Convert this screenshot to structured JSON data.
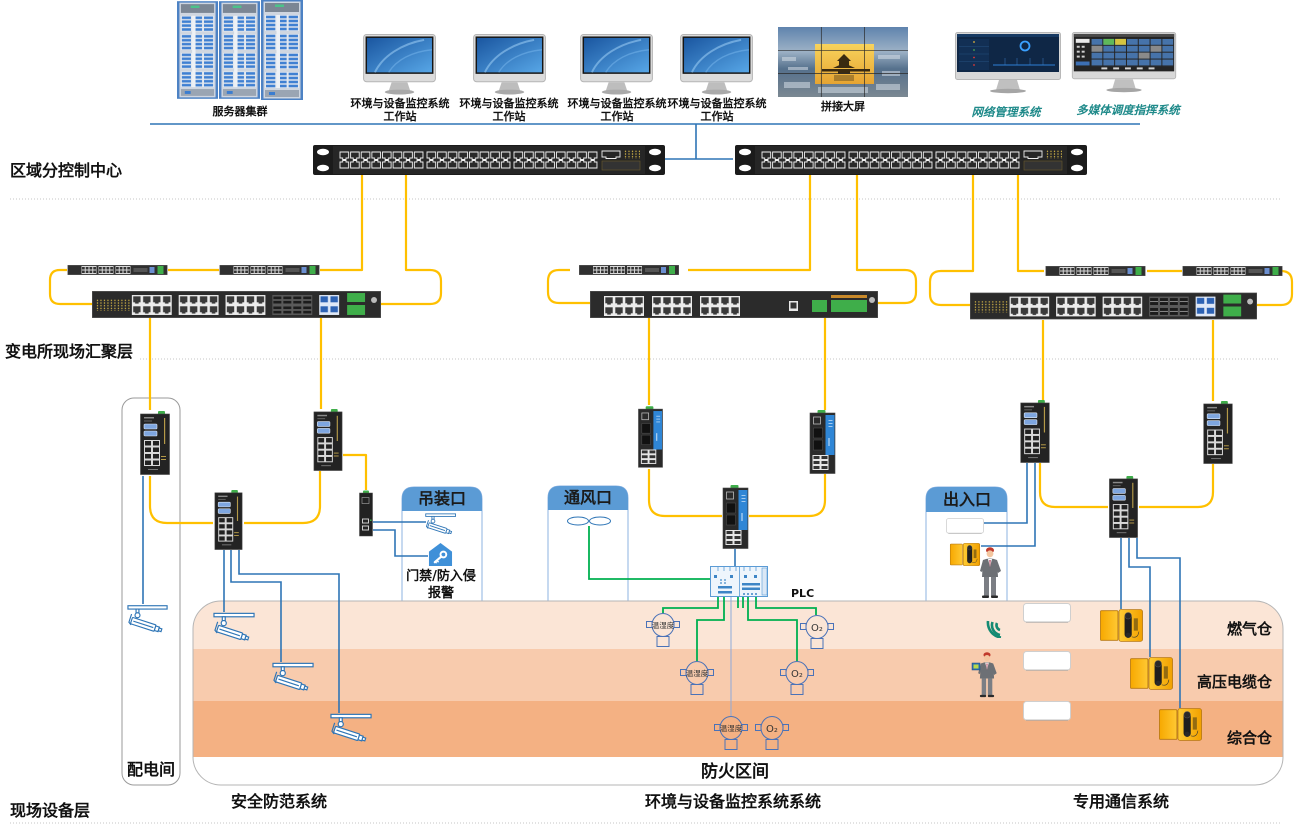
{
  "layers": {
    "control_center": "区域分控制中心",
    "aggregation": "变电所现场汇聚层",
    "field_devices": "现场设备层"
  },
  "control_center": {
    "server_cluster": "服务器集群",
    "workstations": [
      {
        "name": "环境与设备监控系统",
        "role": "工作站"
      },
      {
        "name": "环境与设备监控系统",
        "role": "工作站"
      },
      {
        "name": "环境与设备监控系统",
        "role": "工作站"
      },
      {
        "name": "环境与设备监控系统",
        "role": "工作站"
      }
    ],
    "video_wall": "拼接大屏",
    "network_management": "网络管理系统",
    "multimedia_dispatch": "多媒体调度指挥系统"
  },
  "zones": {
    "hoist_port": {
      "title": "吊装口",
      "access_alarm": [
        "门禁/防入侵",
        "报警"
      ]
    },
    "ventilation_port": {
      "title": "通风口"
    },
    "entrance": {
      "title": "出入口"
    },
    "distribution_room": "配电间",
    "fire_compartment": "防火区间",
    "plc": "PLC"
  },
  "cabins": [
    {
      "name": "燃气仓",
      "color": "#fbe5d6"
    },
    {
      "name": "高压电缆仓",
      "color": "#f8cbad"
    },
    {
      "name": "综合仓",
      "color": "#f4b183"
    }
  ],
  "sensors": {
    "temp_humidity": "温湿度",
    "oxygen": "O₂"
  },
  "systems": [
    "安全防范系统",
    "环境与设备监控系统系统",
    "专用通信系统"
  ],
  "colors": {
    "fiber_ring": "#ffc000",
    "ethernet": "#2e75b6",
    "control_bus": "#00b050",
    "zone_header": "#5b9bd5",
    "app_label": "#1f8a8a"
  }
}
